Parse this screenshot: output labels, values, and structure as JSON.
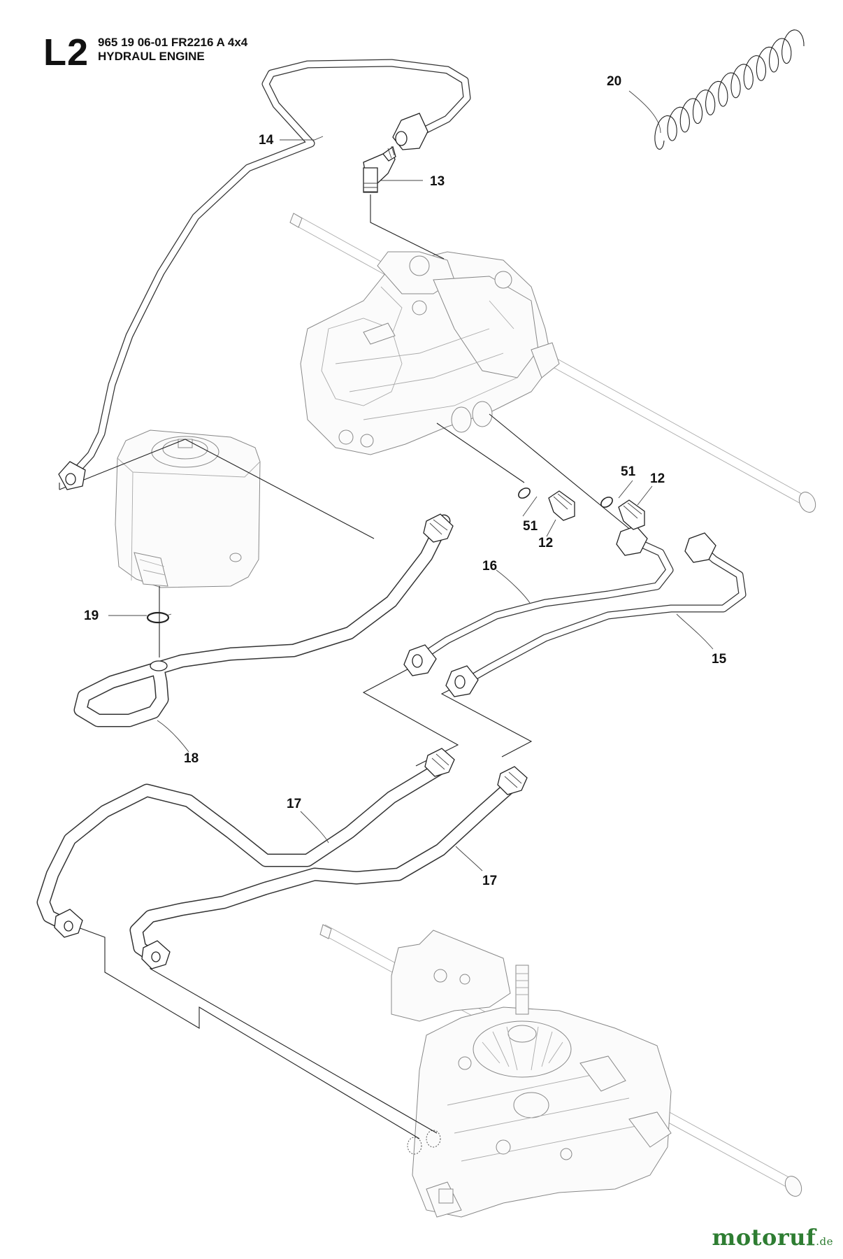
{
  "header": {
    "code": "L2",
    "line1": "965 19 06-01 FR2216 A 4x4",
    "line2": "HYDRAUL ENGINE"
  },
  "callouts": {
    "c20": "20",
    "c14": "14",
    "c13": "13",
    "c51a": "51",
    "c12a": "12",
    "c51b": "51",
    "c12b": "12",
    "c16": "16",
    "c19": "19",
    "c15": "15",
    "c18": "18",
    "c17a": "17",
    "c17b": "17"
  },
  "watermark": {
    "name": "motoruf",
    "suffix": ".de"
  }
}
